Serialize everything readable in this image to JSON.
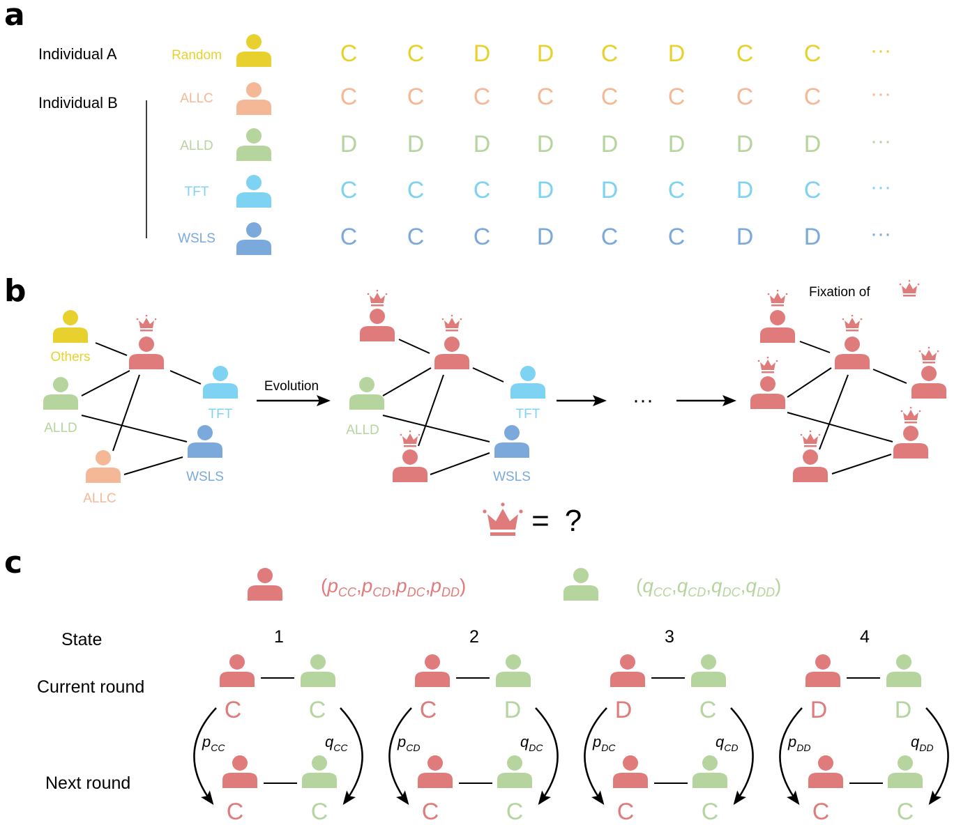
{
  "colors": {
    "random": "#e8d12e",
    "allc": "#f5b896",
    "alld": "#b5d49e",
    "tft": "#7ed3f2",
    "wsls": "#7ba9dc",
    "focal": "#e07b7b",
    "black": "#000000"
  },
  "panel_a": {
    "letter": "a",
    "individual_a": "Individual A",
    "individual_b": "Individual B",
    "dots": "···",
    "rows": [
      {
        "strategy": "Random",
        "color": "#e8d12e",
        "moves": [
          "C",
          "C",
          "D",
          "D",
          "C",
          "D",
          "C",
          "C"
        ]
      },
      {
        "strategy": "ALLC",
        "color": "#f5b896",
        "moves": [
          "C",
          "C",
          "C",
          "C",
          "C",
          "C",
          "C",
          "C"
        ]
      },
      {
        "strategy": "ALLD",
        "color": "#b5d49e",
        "moves": [
          "D",
          "D",
          "D",
          "D",
          "D",
          "D",
          "D",
          "D"
        ]
      },
      {
        "strategy": "TFT",
        "color": "#7ed3f2",
        "moves": [
          "C",
          "C",
          "C",
          "D",
          "D",
          "C",
          "D",
          "C"
        ]
      },
      {
        "strategy": "WSLS",
        "color": "#7ba9dc",
        "moves": [
          "C",
          "C",
          "C",
          "D",
          "C",
          "C",
          "D",
          "D"
        ]
      }
    ]
  },
  "panel_b": {
    "letter": "b",
    "evolution_label": "Evolution",
    "ellipsis": "···",
    "fixation_label": "Fixation of",
    "labels": {
      "others": "Others",
      "allc": "ALLC",
      "alld": "ALLD",
      "tft": "TFT",
      "wsls": "WSLS"
    },
    "question": "?",
    "equals": "="
  },
  "panel_c": {
    "letter": "c",
    "focal_vector": [
      "(",
      "p",
      "CC",
      ",",
      "p",
      "CD",
      ",",
      "p",
      "DC",
      ",",
      "p",
      "DD",
      ")"
    ],
    "opponent_vector": [
      "(",
      "q",
      "CC",
      ",",
      "q",
      "CD",
      ",",
      "q",
      "DC",
      ",",
      "q",
      "DD",
      ")"
    ],
    "state_label": "State",
    "current_round_label": "Current round",
    "next_round_label": "Next round",
    "states": [
      {
        "number": "1",
        "focal_move": "C",
        "opp_move": "C",
        "p_sub": "CC",
        "q_sub": "CC",
        "next_focal": "C",
        "next_opp": "C"
      },
      {
        "number": "2",
        "focal_move": "C",
        "opp_move": "D",
        "p_sub": "CD",
        "q_sub": "DC",
        "next_focal": "C",
        "next_opp": "C"
      },
      {
        "number": "3",
        "focal_move": "D",
        "opp_move": "C",
        "p_sub": "DC",
        "q_sub": "CD",
        "next_focal": "C",
        "next_opp": "C"
      },
      {
        "number": "4",
        "focal_move": "D",
        "opp_move": "D",
        "p_sub": "DD",
        "q_sub": "DD",
        "next_focal": "C",
        "next_opp": "C"
      }
    ],
    "prob_symbol_p": "p",
    "prob_symbol_q": "q"
  }
}
